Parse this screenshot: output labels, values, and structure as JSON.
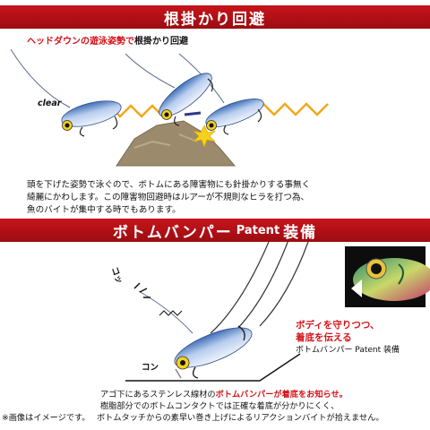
{
  "section1": {
    "title": "根掛かり回避",
    "caption_red": "ヘッドダウンの遊泳姿勢で",
    "caption_black": "根掛かり回避",
    "clear_label": "clear",
    "body_lines": [
      "頭を下げた姿勢で泳ぐので、ボトムにある障害物にも針掛かりする事無く",
      "綺麗にかわします。この障害物回避時はルアーが不規則なヒラを打つ為、",
      "魚のバイトが集中する時でもあります。"
    ]
  },
  "section2": {
    "title_main": "ボトムバンパー",
    "title_en": "Patent",
    "title_end": "装備",
    "sfx_ko": "コッ",
    "sfx_kon": "コン",
    "callout_line1": "ボディを守りつつ、",
    "callout_line2": "着底を伝える",
    "callout_sub": "ボトムバンパー Patent 装備",
    "desc_line1_a": "アゴ下にあるステンレス線材の",
    "desc_line1_red": "ボトムバンパーが着底をお知らせ。",
    "desc_line2": "樹脂部分でのボトムコンタクトでは正確な着底が分かりにくく、",
    "desc_line3": "ボトムタッチからの素早い巻き上げによるリアクションバイトが拾えません。",
    "note": "※画像はイメージです。"
  },
  "colors": {
    "banner_red": "#c8141b",
    "text_red": "#d4141b",
    "rock": "#9b8b6c",
    "zigzag": "#f2a71b",
    "lure_blue": "#6e92c8"
  }
}
